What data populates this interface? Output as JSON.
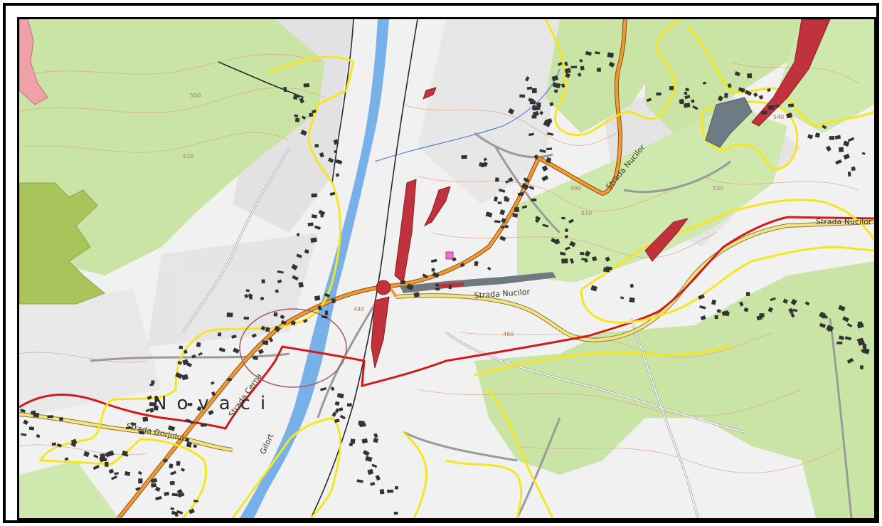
{
  "map": {
    "place_name": "Novaci",
    "road_labels": {
      "strada_nucilor_east": "Strada Nucilor",
      "strada_nucilor_mid": "Strada Nucilor",
      "strada_nucilor_north": "Strada Nucilor",
      "strada_west": "Strada Cerna",
      "strada_sw": "Strada Gorjului",
      "river_label": "Gilort"
    },
    "contour_labels": [
      "500",
      "520",
      "490",
      "510",
      "440",
      "460",
      "530",
      "540"
    ],
    "colors": {
      "background": "#f2f2f2",
      "forest": "#c5e3a0",
      "forest_dark": "#a9c95c",
      "orchard": "#d8c06a",
      "river": "#6aa8e8",
      "main_road": "#e9922a",
      "secondary_road": "#f0e68c",
      "boundary_red": "#d11a1a",
      "boundary_yellow": "#f7ea1e",
      "hazard_zone": "#c0303a",
      "building": "#3a3a3a",
      "contour": "#d9a07a"
    }
  }
}
